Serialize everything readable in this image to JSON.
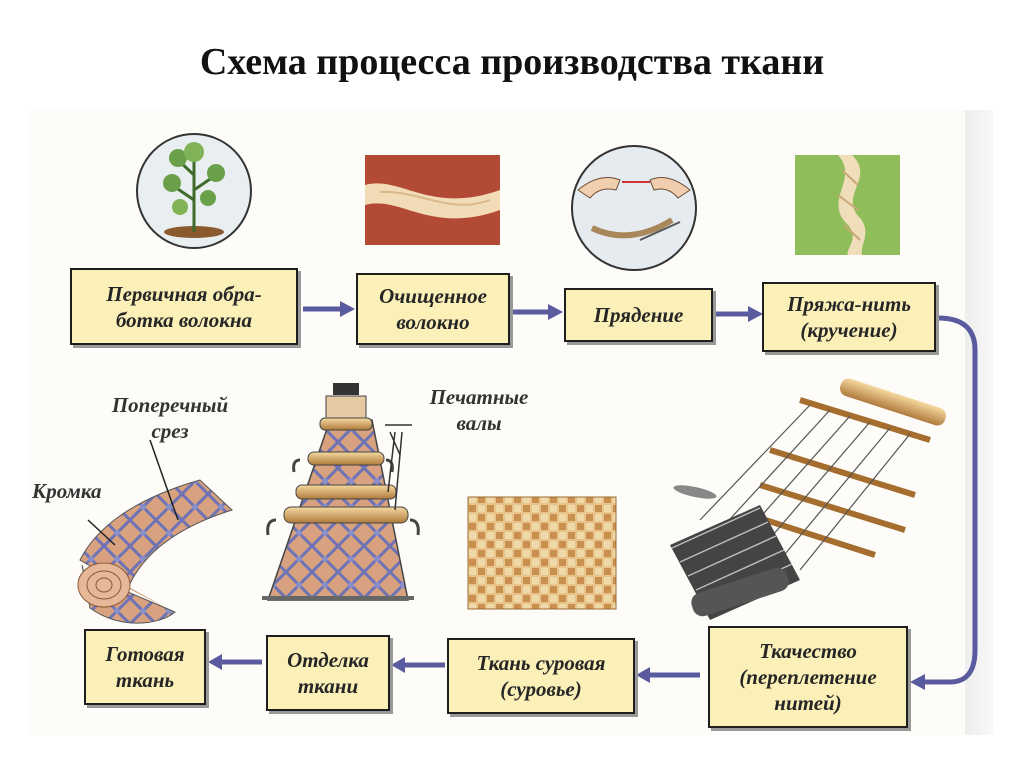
{
  "title": "Схема процесса производства ткани",
  "steps": {
    "primary_processing": "Первичная обра-\nботка волокна",
    "cleaned_fiber": "Очищенное\nволокно",
    "spinning": "Прядение",
    "yarn_thread": "Пряжа-нить\n(кручение)",
    "weaving": "Ткачество\n(переплетение\nнитей)",
    "raw_fabric": "Ткань суровая\n(суровье)",
    "finishing": "Отделка\nткани",
    "finished_fabric": "Готовая\nткань"
  },
  "labels": {
    "cross_section": "Поперечный\nсрез",
    "edge": "Кромка",
    "print_rollers": "Печатные\nвалы"
  },
  "colors": {
    "box_fill": "#fbf0b8",
    "arrow": "#5a5a9e",
    "fabric": "#d8a17f",
    "pattern": "#6d73b5"
  },
  "icons": {
    "plant": "cotton-plant-icon",
    "fiber": "fiber-strand-icon",
    "spinning": "hands-spinning-icon",
    "yarn": "twisted-yarn-icon",
    "loom": "loom-icon",
    "weave": "woven-fabric-icon",
    "printer": "printing-machine-icon",
    "roll": "fabric-roll-icon"
  }
}
